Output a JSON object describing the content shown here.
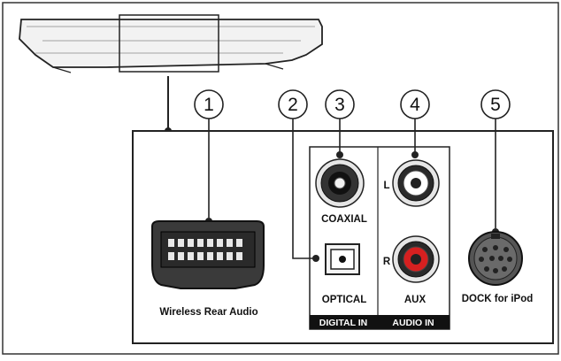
{
  "callouts": [
    "1",
    "2",
    "3",
    "4",
    "5"
  ],
  "ports": {
    "wireless_rear_audio": "Wireless Rear Audio",
    "coaxial": "COAXIAL",
    "optical": "OPTICAL",
    "aux": "AUX",
    "dock": "DOCK for iPod"
  },
  "channel_labels": {
    "left": "L",
    "right": "R"
  },
  "group_labels": {
    "digital_in": "DIGITAL IN",
    "audio_in": "AUDIO IN"
  },
  "colors": {
    "aux_left_jack": "#ffffff",
    "aux_right_jack": "#d62020",
    "label_band": "#111111",
    "line": "#222222"
  }
}
